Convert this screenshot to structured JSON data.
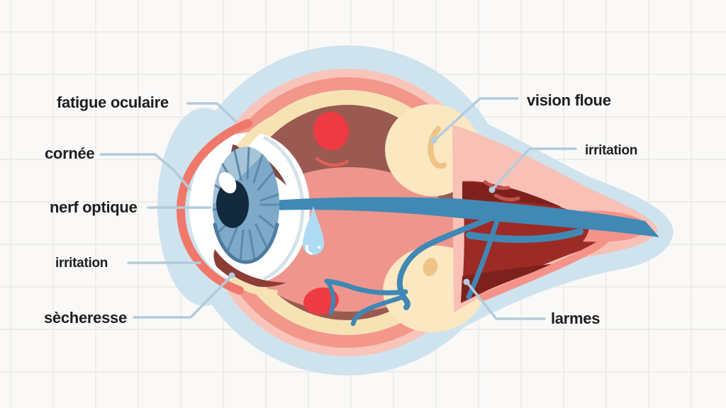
{
  "diagram": {
    "subject": "coupe anatomique de l'oeil (symptômes de fatigue visuelle)",
    "labels": {
      "fatigue_oculaire": "fatigue oculaire",
      "cornee": "cornée",
      "nerf_optique": "nerf optique",
      "irritation_gauche": "irritation",
      "secheresse": "sècheresse",
      "vision_floue": "vision floue",
      "irritation_droite": "irritation",
      "larmes": "larmes"
    },
    "colors": {
      "background": "#faf9f8",
      "grid_line": "#efedea",
      "glow_halo": "#cfe3ee",
      "ring_pink": "#f9c4ba",
      "ring_salmon": "#f3978b",
      "ring_cream": "#f7e2b4",
      "ring_maroon": "#9a5a52",
      "interior_pink": "#ee968d",
      "stalk_dark_red": "#9c2b25",
      "stalk_darker": "#7e211c",
      "optic_nerve_blue": "#4089b4",
      "vessel_blue": "#3f87b5",
      "iris_blue": "#7fa9c8",
      "iris_light": "#a6c5d9",
      "pupil_navy": "#13293d",
      "tear_blue": "#aedcf4",
      "spot_red": "#ee3b43",
      "deposit_cream": "#fbe7c0",
      "deposit_tan": "#f0c387",
      "cornea_coral": "#f0786b",
      "leader_line": "#b4cbdb",
      "label_text": "#1e1e20"
    }
  }
}
